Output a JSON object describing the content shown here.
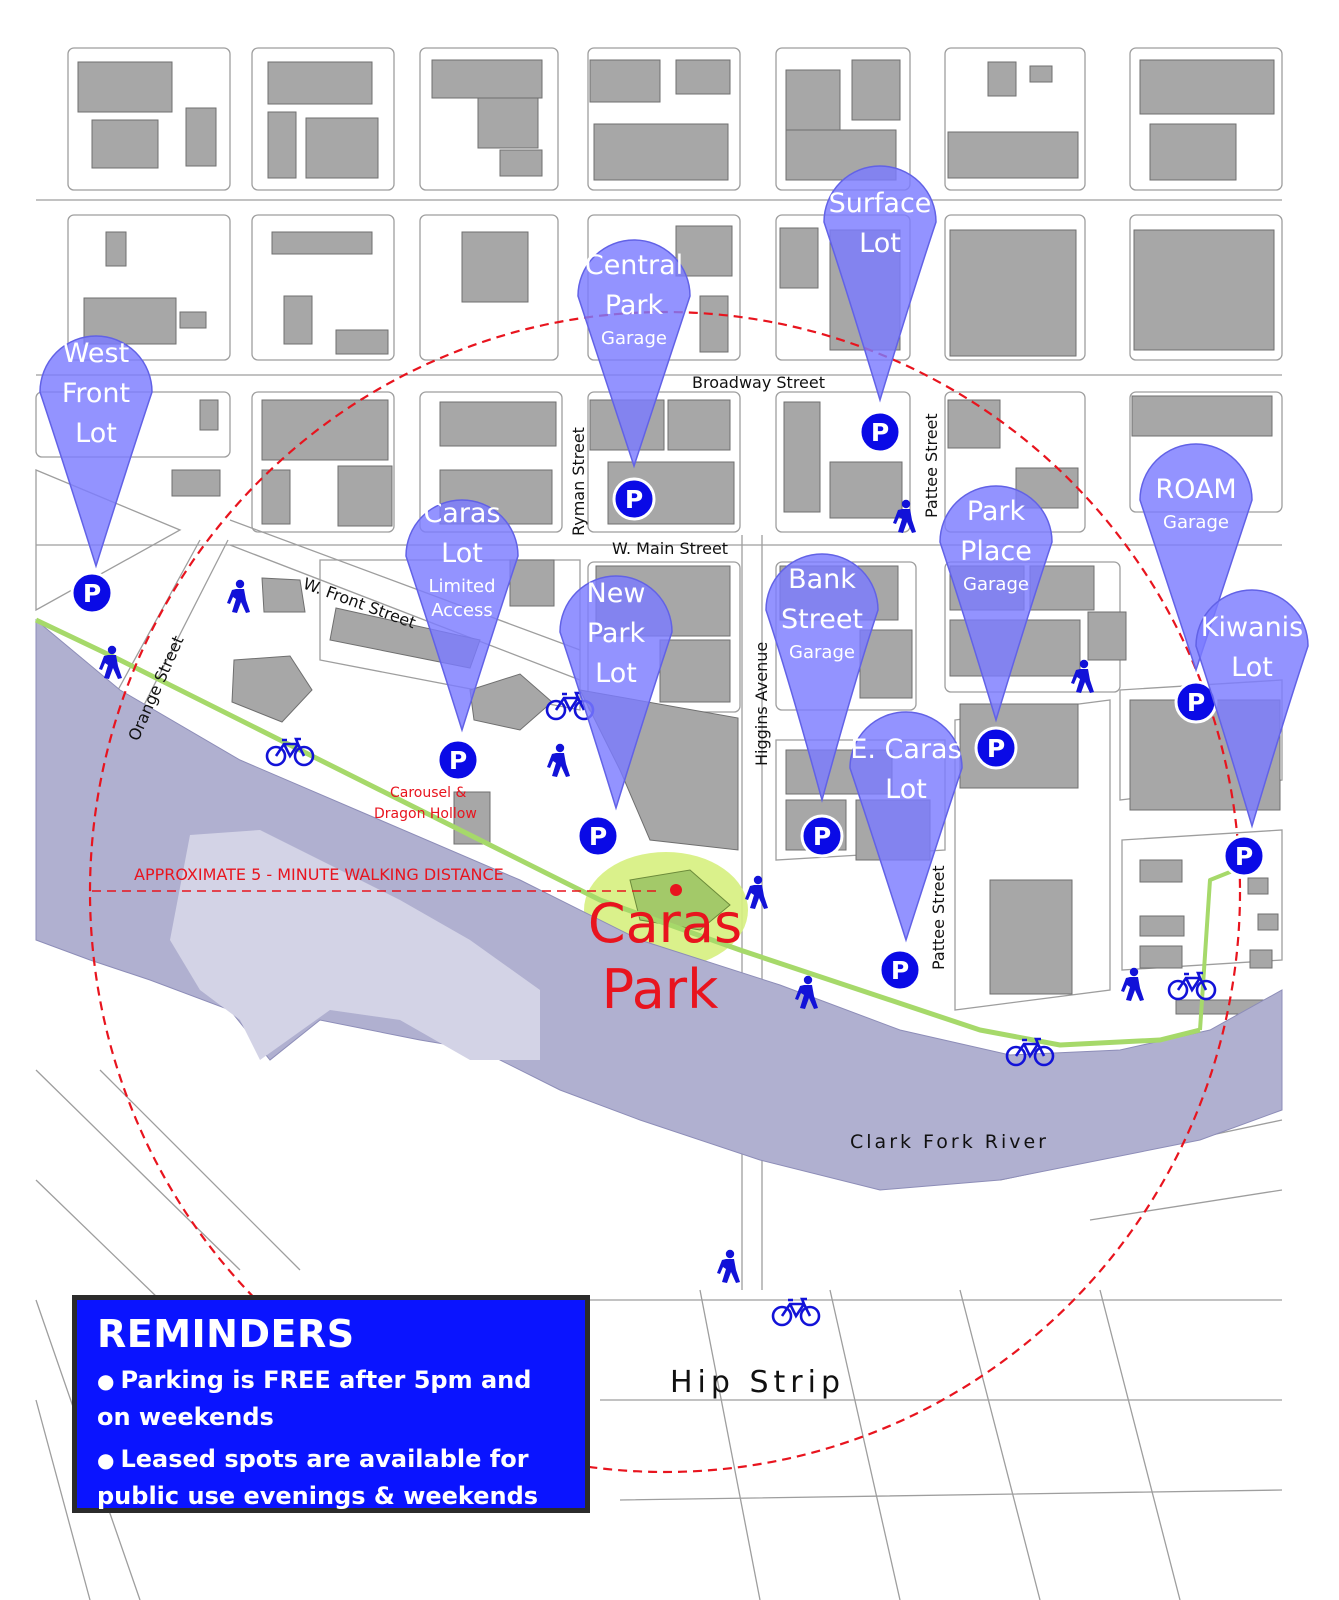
{
  "streets": {
    "broadway": "Broadway Street",
    "ryman": "Ryman Street",
    "pattee_north": "Pattee Street",
    "pattee_south": "Pattee Street",
    "main": "W. Main Street",
    "front": "W. Front Street",
    "orange": "Orange Street",
    "higgins": "Higgins Avenue"
  },
  "lots": [
    {
      "id": "west-front-lot",
      "lines": [
        "West",
        "Front",
        "Lot"
      ],
      "small": []
    },
    {
      "id": "central-park-garage",
      "lines": [
        "Central",
        "Park"
      ],
      "small": [
        "Garage"
      ]
    },
    {
      "id": "surface-lot",
      "lines": [
        "Surface",
        "Lot"
      ],
      "small": []
    },
    {
      "id": "caras-lot",
      "lines": [
        "Caras",
        "Lot"
      ],
      "small": [
        "Limited",
        "Access"
      ]
    },
    {
      "id": "new-park-lot",
      "lines": [
        "New",
        "Park",
        "Lot"
      ],
      "small": []
    },
    {
      "id": "bank-street-garage",
      "lines": [
        "Bank",
        "Street"
      ],
      "small": [
        "Garage"
      ]
    },
    {
      "id": "park-place-garage",
      "lines": [
        "Park",
        "Place"
      ],
      "small": [
        "Garage"
      ]
    },
    {
      "id": "roam-garage",
      "lines": [
        "ROAM"
      ],
      "small": [
        "Garage"
      ]
    },
    {
      "id": "kiwanis-lot",
      "lines": [
        "Kiwanis",
        "Lot"
      ],
      "small": []
    },
    {
      "id": "e-caras-lot",
      "lines": [
        "E. Caras",
        "Lot"
      ],
      "small": []
    }
  ],
  "parking_symbol": "P",
  "labels": {
    "carousel_line1": "Carousel &",
    "carousel_line2": "Dragon Hollow",
    "walking_distance": "APPROXIMATE 5 - MINUTE WALKING DISTANCE",
    "park_line1": "Caras",
    "park_line2": "Park",
    "river": "Clark Fork River",
    "hip_strip": "Hip Strip"
  },
  "reminders": {
    "title": "REMINDERS",
    "item1": "Parking is FREE after 5pm and on weekends",
    "item2": "Leased spots are available for public use evenings & weekends"
  },
  "colors": {
    "pin": "#7b7bff",
    "pin_stroke": "#6262e6",
    "parking_circle": "#0a0ae6",
    "building": "#a7a7a7",
    "river": "#b0b0d0",
    "park_highlight": "#d6f07e",
    "trail": "#a6d96a",
    "walk_circle": "#e8141e",
    "reminder_box": "#0a14ff"
  }
}
